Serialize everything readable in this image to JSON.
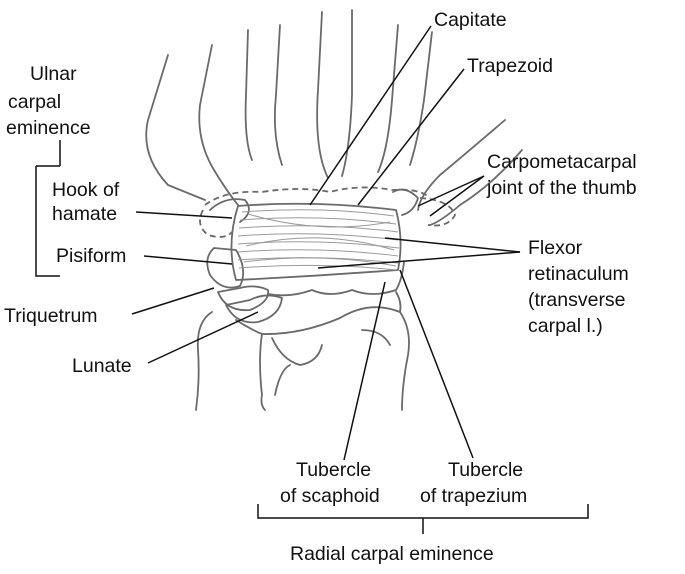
{
  "labels": {
    "ulnar_1": "Ulnar",
    "ulnar_2": "carpal",
    "ulnar_3": "eminence",
    "capitate": "Capitate",
    "trapezoid": "Trapezoid",
    "cmc_1": "Carpometacarpal",
    "cmc_2": "joint of the thumb",
    "hook_1": "Hook of",
    "hook_2": "hamate",
    "pisiform": "Pisiform",
    "flexor_1": "Flexor",
    "flexor_2": "retinaculum",
    "flexor_3": "(transverse",
    "flexor_4": "carpal l.)",
    "triquetrum": "Triquetrum",
    "lunate": "Lunate",
    "tub_scaph_1": "Tubercle",
    "tub_scaph_2": "of scaphoid",
    "tub_trap_1": "Tubercle",
    "tub_trap_2": "of trapezium",
    "radial": "Radial carpal eminence"
  },
  "colors": {
    "bone_stroke": "#6a6a6a",
    "leader": "#111111",
    "fiber": "#9a9a9a"
  }
}
